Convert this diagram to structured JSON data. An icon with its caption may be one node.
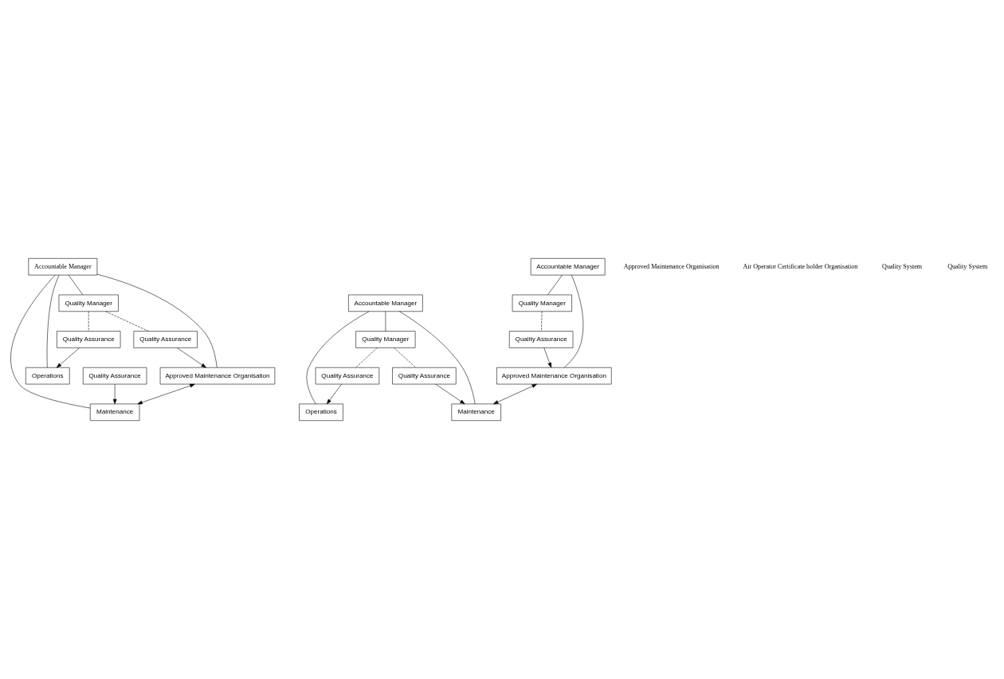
{
  "diagram": {
    "nodes": [
      {
        "text": [
          "Accountable Manager"
        ]
      },
      {
        "text": [
          "Quality Manager"
        ]
      },
      {
        "text": [
          "Quality Assurance"
        ]
      },
      {
        "text": [
          "Approved Maintenance Organisation"
        ]
      },
      {
        "text": [
          "Maintenance"
        ]
      },
      {
        "text": [
          "Quality Assurance"
        ]
      },
      {
        "text": [
          "Operations"
        ]
      },
      {
        "text": [
          "Quality Assurance"
        ]
      },
      {
        "text": [
          "Accountable Manager"
        ]
      },
      {
        "text": [
          "Quality Manager"
        ]
      },
      {
        "text": [
          "Quality Assurance"
        ]
      },
      {
        "text": [
          "Approved Maintenance Organisation"
        ]
      },
      {
        "text": [
          "Accountable Manager"
        ]
      },
      {
        "text": [
          "Quality Manager"
        ]
      },
      {
        "text": [
          "Maintenance"
        ]
      },
      {
        "text": [
          "Quality Assurance"
        ]
      },
      {
        "text": [
          "Operations"
        ]
      },
      {
        "text": [
          "Quality Assurance"
        ]
      }
    ],
    "edges": [
      {
        "from": 0,
        "to": 4,
        "arrow": "none"
      },
      {
        "from": 0,
        "to": 1,
        "arrow": "none"
      },
      {
        "from": 0,
        "to": 3,
        "arrow": "none"
      },
      {
        "from": 0,
        "to": 6,
        "arrow": "none"
      },
      {
        "from": 1,
        "to": 2,
        "arrow": "none",
        "style": "dashed"
      },
      {
        "from": 1,
        "to": 7,
        "arrow": "none",
        "style": "dashed"
      },
      {
        "from": 2,
        "to": 3,
        "arrow": "to"
      },
      {
        "from": 3,
        "to": 4,
        "arrow": "both"
      },
      {
        "from": 5,
        "to": 4,
        "arrow": "to"
      },
      {
        "from": 7,
        "to": 6,
        "arrow": "to"
      },
      {
        "from": 8,
        "to": 11,
        "arrow": "none"
      },
      {
        "from": 8,
        "to": 9,
        "arrow": "none"
      },
      {
        "from": 9,
        "to": 10,
        "arrow": "none",
        "style": "dashed"
      },
      {
        "from": 10,
        "to": 11,
        "arrow": "to"
      },
      {
        "from": 11,
        "to": 14,
        "arrow": "both"
      },
      {
        "from": 12,
        "to": 13,
        "arrow": "none"
      },
      {
        "from": 12,
        "to": 14,
        "arrow": "none"
      },
      {
        "from": 12,
        "to": 16,
        "arrow": "none"
      },
      {
        "from": 13,
        "to": 15,
        "arrow": "none",
        "style": "dashed"
      },
      {
        "from": 13,
        "to": 17,
        "arrow": "none",
        "style": "dashed"
      },
      {
        "from": 15,
        "to": 14,
        "arrow": "to"
      },
      {
        "from": 17,
        "to": 16,
        "arrow": "to"
      }
    ],
    "labels": [
      "Approved Maintenance Organisation",
      "Air Operator Certificate holder Organisation",
      "Quality System",
      "Quality System"
    ]
  }
}
